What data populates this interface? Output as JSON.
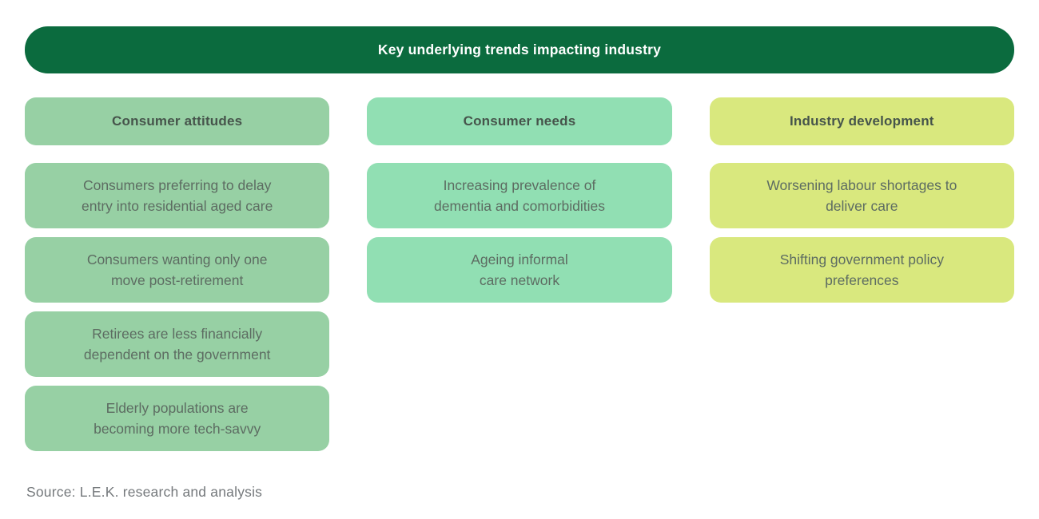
{
  "colors": {
    "banner_bg": "#0b6b3e",
    "banner_text": "#ffffff",
    "column_consumer_attitudes_bg": "#97d0a4",
    "column_consumer_needs_bg": "#91dfb3",
    "column_industry_development_bg": "#d9e87e",
    "header_text": "#46544b",
    "item_text": "#5d6c62",
    "source_text": "#75797c"
  },
  "banner": {
    "title": "Key underlying trends impacting industry"
  },
  "columns": [
    {
      "id": "consumer-attitudes",
      "header": "Consumer attitudes",
      "color": "#97d0a4",
      "items": [
        "Consumers preferring to delay\nentry into residential aged care",
        "Consumers wanting only one\nmove post-retirement",
        "Retirees are less financially\ndependent on the government",
        "Elderly populations are\nbecoming more tech-savvy"
      ]
    },
    {
      "id": "consumer-needs",
      "header": "Consumer needs",
      "color": "#91dfb3",
      "items": [
        "Increasing prevalence of\ndementia and comorbidities",
        "Ageing informal\ncare network"
      ]
    },
    {
      "id": "industry-development",
      "header": "Industry development",
      "color": "#d9e87e",
      "items": [
        "Worsening labour shortages to\ndeliver care",
        "Shifting government policy\npreferences"
      ]
    }
  ],
  "source": "Source: L.E.K. research and analysis"
}
